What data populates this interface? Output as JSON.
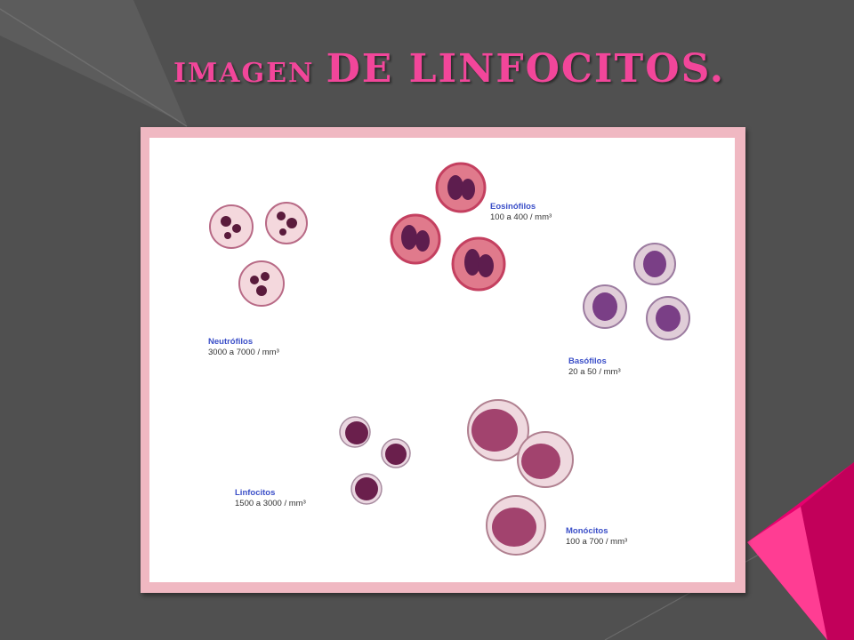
{
  "slide": {
    "title_part1": "Imagen",
    "title_part2": "de linfocitos.",
    "colors": {
      "background": "#505050",
      "title": "#f2469a",
      "accent": "#e8006e",
      "frame": "#f0b8c2",
      "label_name": "#3b4fc8"
    }
  },
  "figure": {
    "cells": [
      {
        "name": "Neutrófilos",
        "count": "3000 a 7000 / mm³"
      },
      {
        "name": "Eosinófilos",
        "count": "100 a 400 / mm³"
      },
      {
        "name": "Basófilos",
        "count": "20 a 50 / mm³"
      },
      {
        "name": "Linfocitos",
        "count": "1500 a 3000 / mm³"
      },
      {
        "name": "Monócitos",
        "count": "100 a 700 / mm³"
      }
    ]
  }
}
